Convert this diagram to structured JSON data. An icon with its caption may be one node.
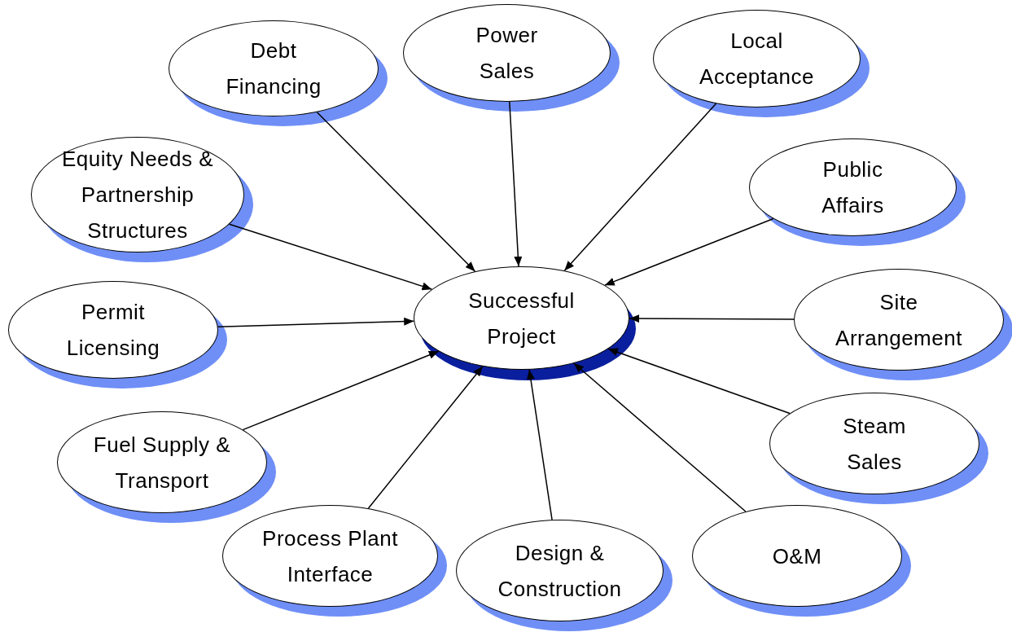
{
  "diagram": {
    "nodes": [
      {
        "text": [
          "Debt Financing"
        ]
      },
      {
        "text": [
          "Power Sales"
        ]
      },
      {
        "text": [
          "Local Acceptance"
        ]
      },
      {
        "text": [
          "Equity Needs & Partnership Structures"
        ]
      },
      {
        "text": [
          "Public Affairs"
        ]
      },
      {
        "text": [
          "Successful Project"
        ]
      },
      {
        "text": [
          "Permit Licensing"
        ]
      },
      {
        "text": [
          "Site Arrangement"
        ]
      },
      {
        "text": [
          "Steam Sales"
        ]
      },
      {
        "text": [
          "Fuel Supply & Transport"
        ]
      },
      {
        "text": [
          "Process Plant Interface"
        ]
      },
      {
        "text": [
          "Design & Construction"
        ]
      },
      {
        "text": [
          "O&M"
        ]
      }
    ],
    "edges": [
      {
        "from": 0,
        "to": 5,
        "arrow": "to"
      },
      {
        "from": 1,
        "to": 5,
        "arrow": "to"
      },
      {
        "from": 2,
        "to": 5,
        "arrow": "to"
      },
      {
        "from": 3,
        "to": 5,
        "arrow": "to"
      },
      {
        "from": 4,
        "to": 5,
        "arrow": "to"
      },
      {
        "from": 6,
        "to": 5,
        "arrow": "to"
      },
      {
        "from": 7,
        "to": 5,
        "arrow": "to"
      },
      {
        "from": 8,
        "to": 5,
        "arrow": "to"
      },
      {
        "from": 9,
        "to": 5,
        "arrow": "to"
      },
      {
        "from": 10,
        "to": 5,
        "arrow": "to"
      },
      {
        "from": 11,
        "to": 5,
        "arrow": "to"
      },
      {
        "from": 12,
        "to": 5,
        "arrow": "to"
      }
    ]
  }
}
